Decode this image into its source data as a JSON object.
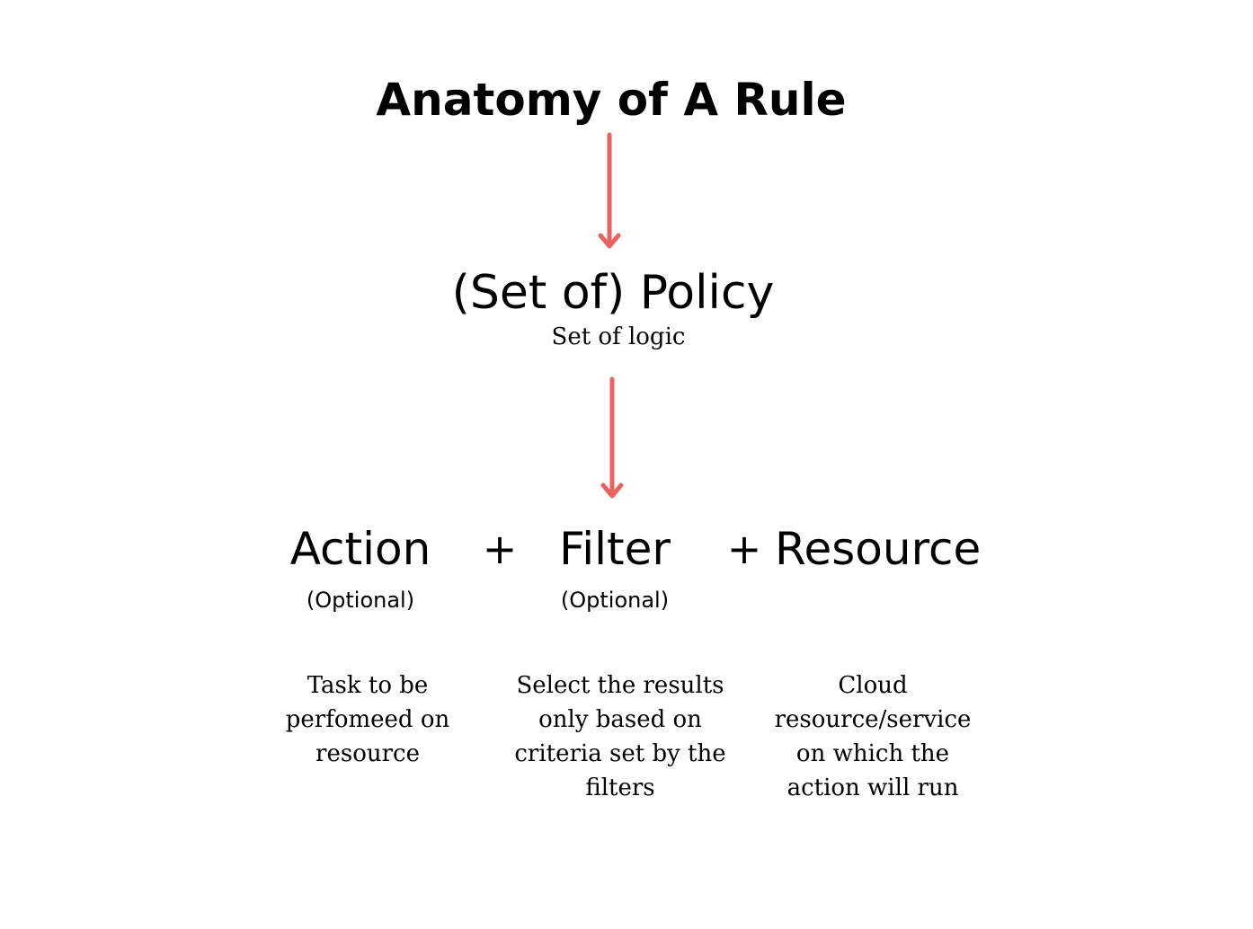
{
  "title": "Anatomy of A Rule",
  "policy": {
    "label": "(Set of) Policy",
    "subtitle": "Set of logic"
  },
  "components": [
    {
      "label": "Action",
      "optional": "(Optional)",
      "description": "Task to be perfomeed on resource"
    },
    {
      "label": "Filter",
      "optional": "(Optional)",
      "description": "Select the results only based on criteria set by the filters"
    },
    {
      "label": "Resource",
      "optional": "",
      "description": "Cloud resource/service on which the action will run"
    }
  ],
  "operators": [
    "+",
    "+"
  ],
  "colors": {
    "arrow": "#e8625f",
    "text": "#000000",
    "background": "#ffffff"
  }
}
